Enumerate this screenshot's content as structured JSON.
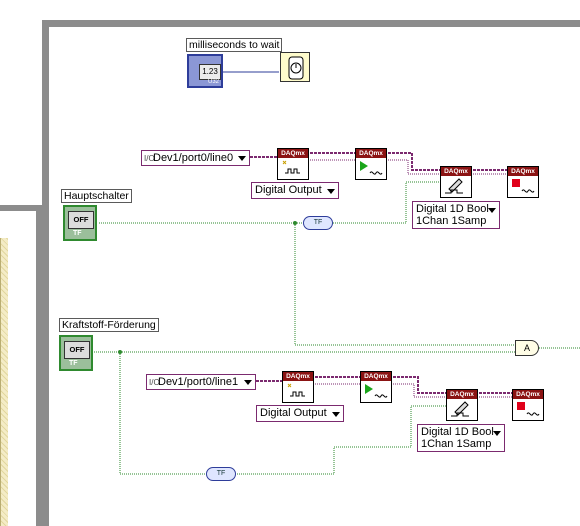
{
  "wait_control": {
    "label": "milliseconds to wait",
    "value": "1.23",
    "type": "U32"
  },
  "wait_node": {
    "icon": "stopwatch-icon"
  },
  "hauptschalter": {
    "label": "Hauptschalter",
    "state": "OFF",
    "type": "TF"
  },
  "kraftstoff": {
    "label": "Kraftstoff-Förderung",
    "state": "OFF",
    "type": "TF"
  },
  "row1": {
    "channel": "Dev1/port0/line0",
    "create_hdr": "DAQmx",
    "start_hdr": "DAQmx",
    "write_hdr": "DAQmx",
    "stop_hdr": "DAQmx",
    "task_type": "Digital Output",
    "write_line1": "Digital 1D Bool",
    "write_line2": "1Chan 1Samp"
  },
  "row2": {
    "channel": "Dev1/port0/line1",
    "create_hdr": "DAQmx",
    "start_hdr": "DAQmx",
    "write_hdr": "DAQmx",
    "stop_hdr": "DAQmx",
    "task_type": "Digital Output",
    "write_line1": "Digital 1D Bool",
    "write_line2": "1Chan 1Samp"
  },
  "converter_label": "TF",
  "and_gate": "A",
  "colors": {
    "daq_wire": "#7b2a6f",
    "bool_wire": "#2d8a2d",
    "num_wire": "#2e3d9a",
    "frame": "#8c8c8c"
  }
}
